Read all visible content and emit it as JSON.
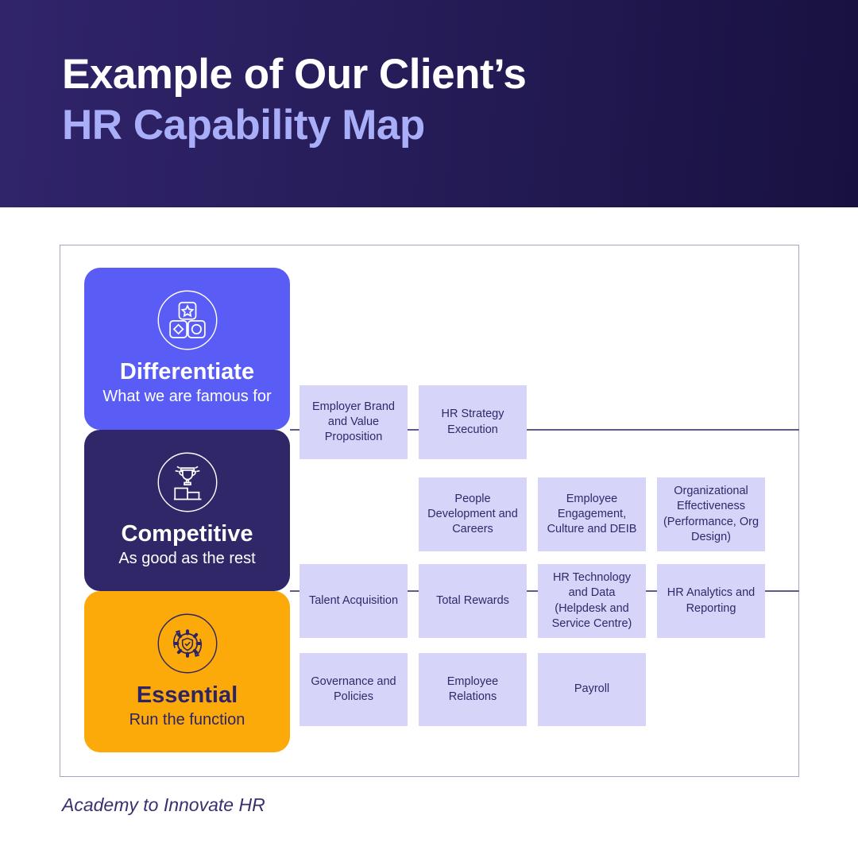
{
  "header": {
    "title_line1": "Example of Our Client’s",
    "title_line2": "HR Capability Map"
  },
  "tiers": [
    {
      "label": "Differentiate",
      "subtitle": "What we are famous for",
      "color": "#5a5df5",
      "text_color": "#ffffff",
      "icon": "building-blocks-star-icon"
    },
    {
      "label": "Competitive",
      "subtitle": "As good as the rest",
      "color": "#2f2767",
      "text_color": "#ffffff",
      "icon": "trophy-podium-icon"
    },
    {
      "label": "Essential",
      "subtitle": "Run the function",
      "color": "#fca90a",
      "text_color": "#2e2465",
      "icon": "gear-shield-check-icon"
    }
  ],
  "capabilities": {
    "items": [
      {
        "label": "Employer Brand and Value Proposition",
        "row": 1,
        "col": 1
      },
      {
        "label": "HR Strategy Execution",
        "row": 1,
        "col": 2
      },
      {
        "label": "People Development and Careers",
        "row": 2,
        "col": 2
      },
      {
        "label": "Employee Engagement, Culture and DEIB",
        "row": 2,
        "col": 3
      },
      {
        "label": "Organizational Effectiveness (Performance, Org Design)",
        "row": 2,
        "col": 4
      },
      {
        "label": "Talent Acquisition",
        "row": 3,
        "col": 1
      },
      {
        "label": "Total Rewards",
        "row": 3,
        "col": 2
      },
      {
        "label": "HR Technology and Data (Helpdesk and Service Centre)",
        "row": 3,
        "col": 3
      },
      {
        "label": "HR Analytics and Reporting",
        "row": 3,
        "col": 4
      },
      {
        "label": "Governance and Policies",
        "row": 4,
        "col": 1
      },
      {
        "label": "Employee Relations",
        "row": 4,
        "col": 2
      },
      {
        "label": "Payroll",
        "row": 4,
        "col": 3
      }
    ]
  },
  "footer": {
    "credit": "Academy to Innovate HR"
  },
  "colors": {
    "header_gradient_left": "#31246b",
    "header_gradient_right": "#181140",
    "title_primary": "#ffffff",
    "title_accent": "#a9aef8",
    "capability_box": "#d6d4f8",
    "capability_text": "#2e2a6b",
    "connector_line": "#5f5a87",
    "board_border": "#a8a4c6",
    "credit_text": "#3a2f6e"
  }
}
